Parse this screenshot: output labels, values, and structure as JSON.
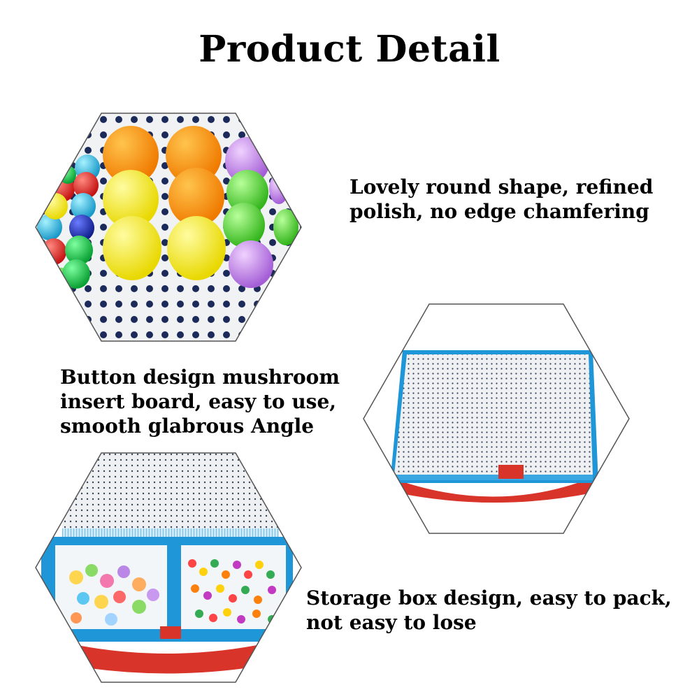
{
  "page": {
    "title": "Product Detail"
  },
  "features": [
    {
      "lines": [
        "Lovely round shape, refined",
        "polish, no edge chamfering"
      ],
      "image": "colorful-mushroom-pegs-on-pegboard"
    },
    {
      "lines": [
        "Button design mushroom",
        "insert board, easy to use,",
        "smooth glabrous Angle"
      ],
      "image": "white-pegboard-insert-on-blue-frame"
    },
    {
      "lines": [
        "Storage box design, easy to pack,",
        "not easy to lose"
      ],
      "image": "storage-box-with-bagged-pegs"
    }
  ],
  "colors": {
    "background": "#ffffff",
    "text": "#000000",
    "hex_outline": "#555555",
    "board": "#eef0f2",
    "frame_blue": "#1e96d8",
    "base_red": "#d8342a"
  }
}
